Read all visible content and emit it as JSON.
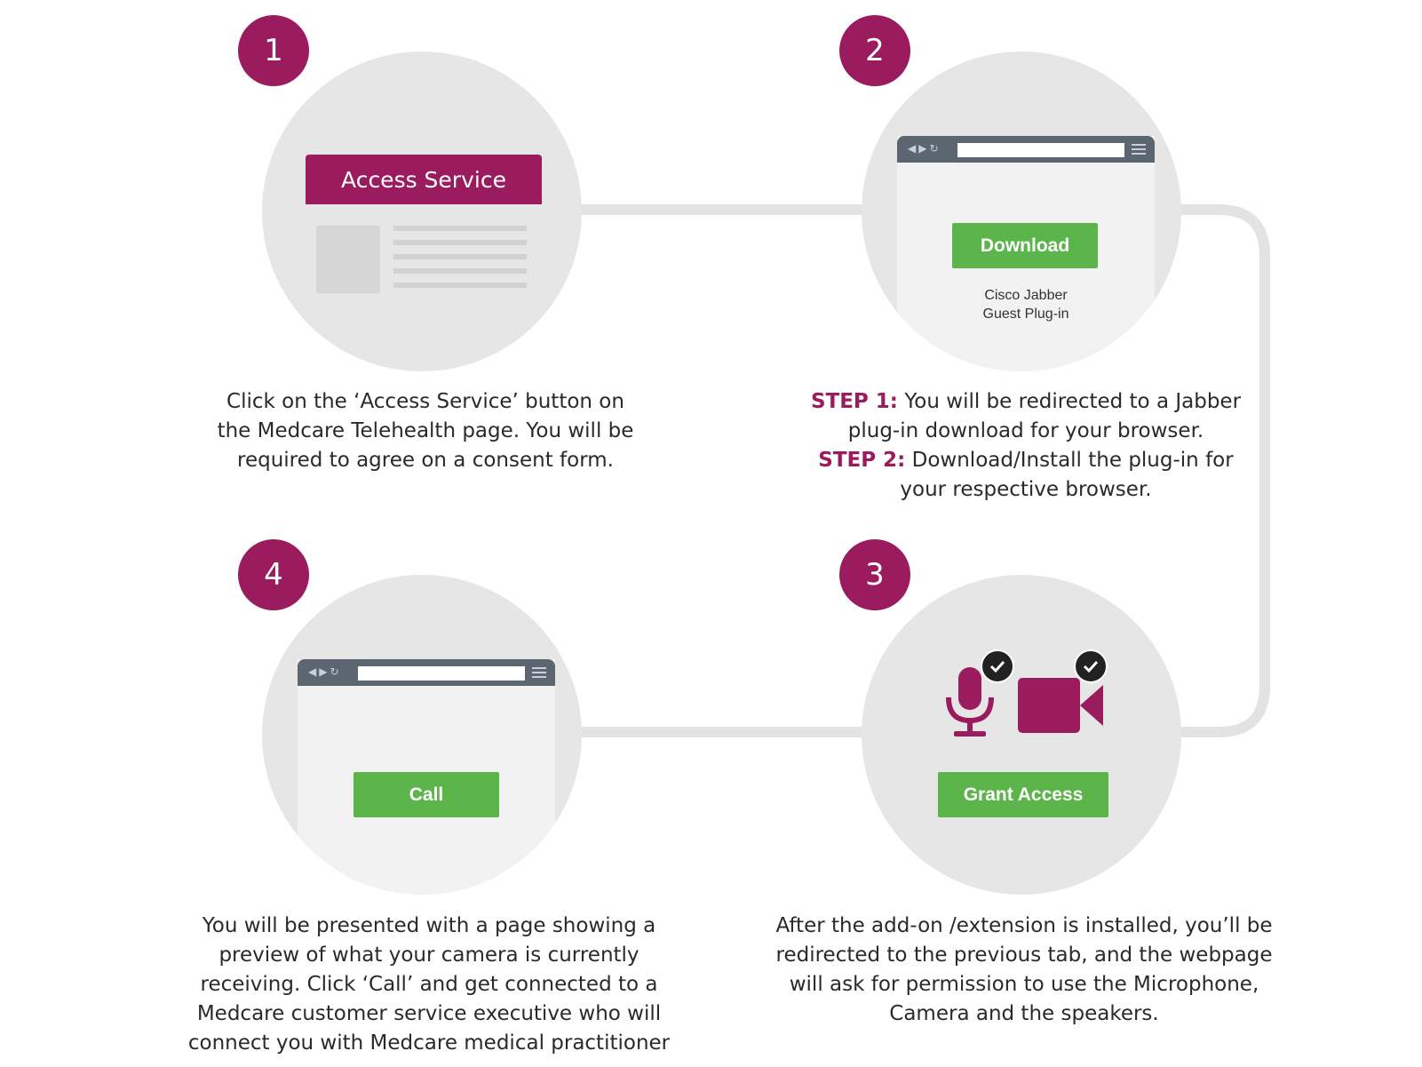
{
  "colors": {
    "accent": "#9b1b5f",
    "action_green": "#5cb54a",
    "circle_bg": "#e6e6e6",
    "connector": "#e3e3e3"
  },
  "steps": [
    {
      "number": "1",
      "button_label": "Access Service",
      "description": "Click on the ‘Access Service’ button on the Medcare Telehealth page.  You will be required to agree on a consent form."
    },
    {
      "number": "2",
      "button_label": "Download",
      "caption_line1": "Cisco Jabber",
      "caption_line2": "Guest Plug-in",
      "step1_label": "STEP 1:",
      "step1_text": "You will be redirected to a Jabber plug-in download for your browser.",
      "step2_label": "STEP 2:",
      "step2_text": "Download/Install the plug-in for your respective browser."
    },
    {
      "number": "3",
      "button_label": "Grant Access",
      "icons": [
        "microphone-icon",
        "video-camera-icon",
        "checkmark-icon"
      ],
      "description": "After the add-on /extension is installed, you’ll be redirected to the previous tab, and the webpage will ask for permission to use the Microphone, Camera and the speakers."
    },
    {
      "number": "4",
      "button_label": "Call",
      "description": "You will be presented with a page showing a preview of what your camera is currently receiving. Click ‘Call’ and get connected to a Medcare customer service executive who will connect you with Medcare medical practitioner"
    }
  ]
}
